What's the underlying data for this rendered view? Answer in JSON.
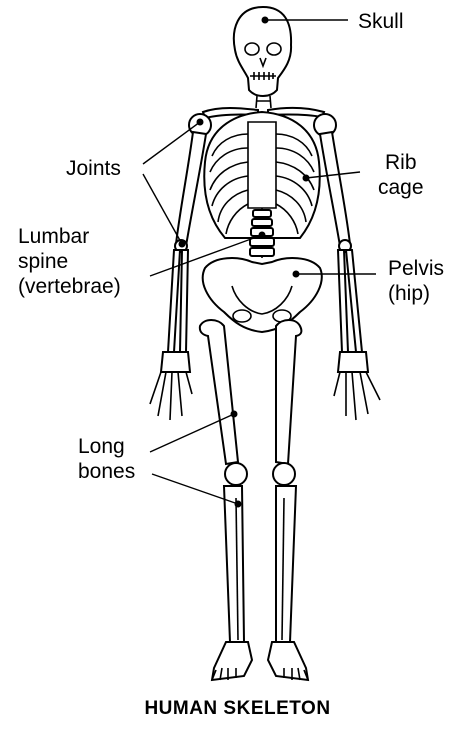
{
  "labels": {
    "skull": "Skull",
    "joints": "Joints",
    "rib_line1": "Rib",
    "rib_line2": "cage",
    "lumbar_line1": "Lumbar",
    "lumbar_line2": "spine",
    "lumbar_line3": "(vertebrae)",
    "pelvis_line1": "Pelvis",
    "pelvis_line2": "(hip)",
    "long_line1": "Long",
    "long_line2": "bones"
  },
  "caption": "HUMAN SKELETON"
}
